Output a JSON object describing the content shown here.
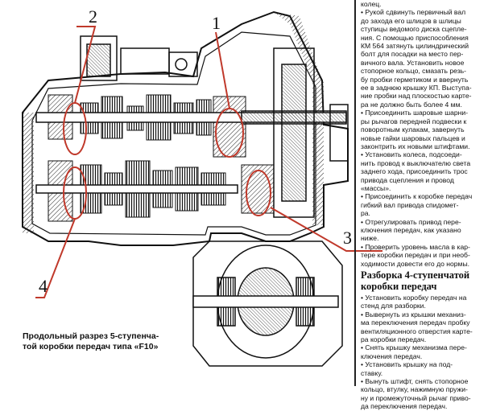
{
  "callouts": {
    "c1": "1",
    "c2": "2",
    "c3": "3",
    "c4": "4"
  },
  "caption": {
    "line1": "Продольный разрез 5-ступенча-",
    "line2": "той коробки передач типа «F10»"
  },
  "colors": {
    "callout_red": "#c0392b",
    "ink": "#111111"
  },
  "right_column": {
    "before": [
      "колец.",
      "• Рукой сдвинуть первичный вал",
      "до захода его шлицов в шлицы",
      "ступицы ведомого диска сцепле-",
      "ния. С помощью приспособления",
      "КМ 564 затянуть цилиндрический",
      "болт для посадки на место пер-",
      "вичного вала. Установить новое",
      "стопорное кольцо, смазать резь-",
      "бу пробки герметиком и ввернуть",
      "ее в заднюю крышку КП. Выступа-",
      "ние пробки над плоскостью карте-",
      "ра не должно быть более 4 мм.",
      "• Присоединить шаровые шарни-",
      "ры рычагов передней подвески к",
      "поворотным кулакам, завернуть",
      "новые гайки шаровых пальцев и",
      "законтрить их новыми штифтами.",
      "• Установить колеса, подсоеди-",
      "нить провод к выключателю света",
      "заднего хода, присоединить трос",
      "привода сцепления и провод",
      "«массы».",
      "• Присоединить к коробке передач",
      "гибкий вал привода спидомет-",
      "ра.",
      "• Отрегулировать привод пере-",
      "ключения передач, как указано",
      "ниже.",
      "• Проверить уровень масла в кар-",
      "тере коробки передач и при необ-",
      "ходимости довести его до нормы."
    ],
    "heading1": "Разборка 4-ступенчатой",
    "heading2": "коробки передач",
    "after": [
      "• Установить коробку передач на",
      "стенд для разборки.",
      "• Вывернуть из крышки механиз-",
      "ма переключения передач пробку",
      "вентиляционного отверстия карте-",
      "ра коробки передач.",
      "• Снять крышку механизма пере-",
      "ключения передач.",
      "• Установить крышку на под-",
      "ставку.",
      "• Вынуть штифт, снять стопорное",
      "кольцо, втулку, нажимную пружи-",
      "ну и промежуточный рычаг приво-",
      "да переключения передач."
    ]
  }
}
